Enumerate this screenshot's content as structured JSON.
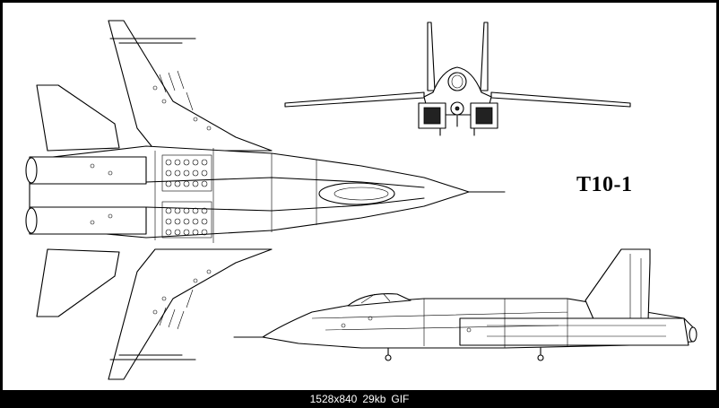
{
  "drawing": {
    "title": "T10-1"
  },
  "caption": {
    "dimensions": "1528x840",
    "size": "29kb",
    "format": "GIF"
  }
}
